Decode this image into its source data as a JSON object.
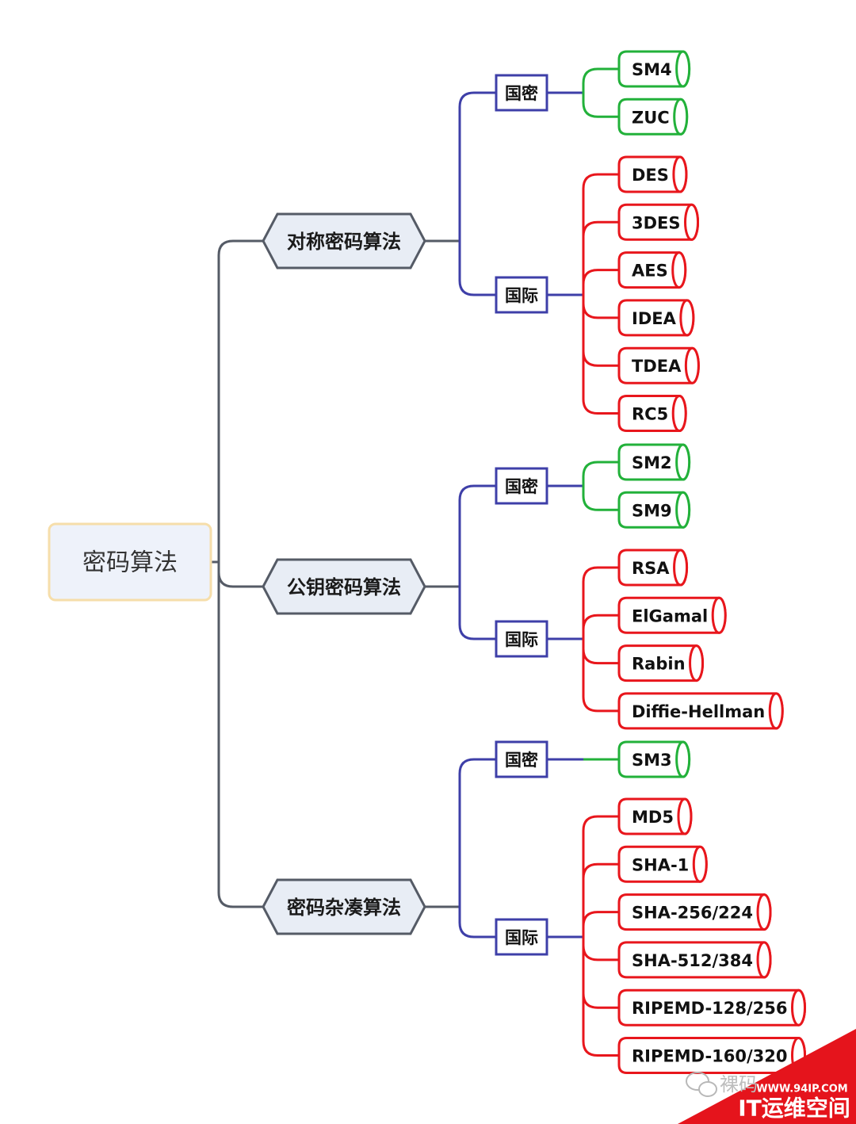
{
  "root": {
    "label": "密码算法"
  },
  "categories": [
    {
      "label": "对称密码算法",
      "groups": [
        {
          "label": "国密",
          "kind": "national",
          "items": [
            "SM4",
            "ZUC"
          ]
        },
        {
          "label": "国际",
          "kind": "international",
          "items": [
            "DES",
            "3DES",
            "AES",
            "IDEA",
            "TDEA",
            "RC5"
          ]
        }
      ]
    },
    {
      "label": "公钥密码算法",
      "groups": [
        {
          "label": "国密",
          "kind": "national",
          "items": [
            "SM2",
            "SM9"
          ]
        },
        {
          "label": "国际",
          "kind": "international",
          "items": [
            "RSA",
            "ElGamal",
            "Rabin",
            "Diffie-Hellman"
          ]
        }
      ]
    },
    {
      "label": "密码杂凑算法",
      "groups": [
        {
          "label": "国密",
          "kind": "national",
          "items": [
            "SM3"
          ]
        },
        {
          "label": "国际",
          "kind": "international",
          "items": [
            "MD5",
            "SHA-1",
            "SHA-256/224",
            "SHA-512/384",
            "RIPEMD-128/256",
            "RIPEMD-160/320"
          ]
        }
      ]
    }
  ],
  "watermark": {
    "account": "裸码",
    "site": "WWW.94IP.COM",
    "brand": "IT运维空间"
  },
  "colors": {
    "root_fill": "#eef2fa",
    "root_border": "#f6deaa",
    "category_fill": "#e8edf5",
    "category_border": "#555b66",
    "trunk_line": "#555b66",
    "group_line": "#3e3fa8",
    "national_line": "#22b13a",
    "international_line": "#e8161c",
    "watermark_red": "#e5141c"
  }
}
